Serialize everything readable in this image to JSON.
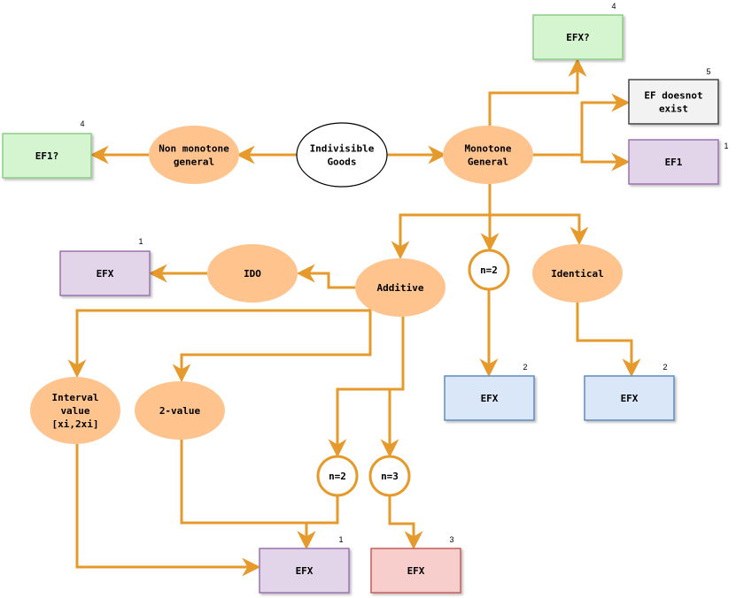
{
  "colors": {
    "edge": "#E69A2B",
    "ellipse_fill": "#FFC48E",
    "green_fill": "#D5F5D0",
    "green_stroke": "#8CCB86",
    "purple_fill": "#E2D5E9",
    "purple_stroke": "#9A73AE",
    "blue_fill": "#D9E7F8",
    "blue_stroke": "#5F8BC2",
    "red_fill": "#F8CECC",
    "red_stroke": "#C65D5A",
    "gray_fill": "#F2F2F2",
    "gray_stroke": "#444444"
  },
  "nodes": {
    "indivisible": [
      "Indivisible",
      "Goods"
    ],
    "nonmono": [
      "Non monotone",
      "general"
    ],
    "monotone": [
      "Monotone",
      "General"
    ],
    "ef1q": [
      "EF1?"
    ],
    "efxq_top": [
      "EFX?"
    ],
    "ef_not_exist": [
      "EF doesnot",
      "exist"
    ],
    "ef1": [
      "EF1"
    ],
    "additive": [
      "Additive"
    ],
    "ido": [
      "IDO"
    ],
    "efx_ido": [
      "EFX"
    ],
    "n2_mid": [
      "n=2"
    ],
    "efx_n2_mid": [
      "EFX"
    ],
    "identical": [
      "Identical"
    ],
    "efx_identical": [
      "EFX"
    ],
    "interval": [
      "Interval",
      "value",
      "[xi,2xi]"
    ],
    "twovalue": [
      "2-value"
    ],
    "n2_low": [
      "n=2"
    ],
    "n3_low": [
      "n=3"
    ],
    "efx_bottom1": [
      "EFX"
    ],
    "efx_bottom3": [
      "EFX"
    ]
  },
  "badges": {
    "efxq_top": "4",
    "ef_not_exist": "5",
    "ef1": "1",
    "ef1q": "4",
    "efx_ido": "1",
    "efx_n2_mid": "2",
    "efx_identical": "2",
    "efx_bottom1": "1",
    "efx_bottom3": "3"
  }
}
